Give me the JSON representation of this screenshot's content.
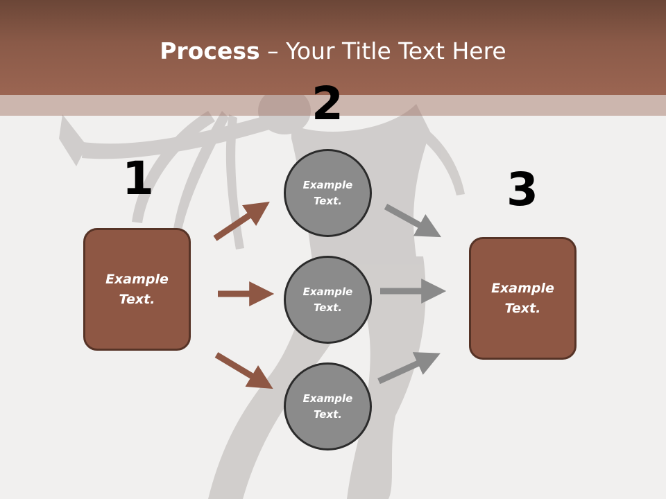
{
  "title": {
    "bold": "Process",
    "rest": " – Your Title Text Here"
  },
  "steps": [
    {
      "number": "1",
      "text": "Example Text."
    },
    {
      "number": "2"
    },
    {
      "number": "3",
      "text": "Example Text."
    }
  ],
  "circles": [
    {
      "text": "Example Text."
    },
    {
      "text": "Example Text."
    },
    {
      "text": "Example Text."
    }
  ],
  "colors": {
    "header": "#8a5a48",
    "box_fill": "#8e5744",
    "box_border": "#563326",
    "circle_fill": "#8b8b8b",
    "arrow_brown": "#8e5744",
    "arrow_gray": "#8a8a8a"
  }
}
